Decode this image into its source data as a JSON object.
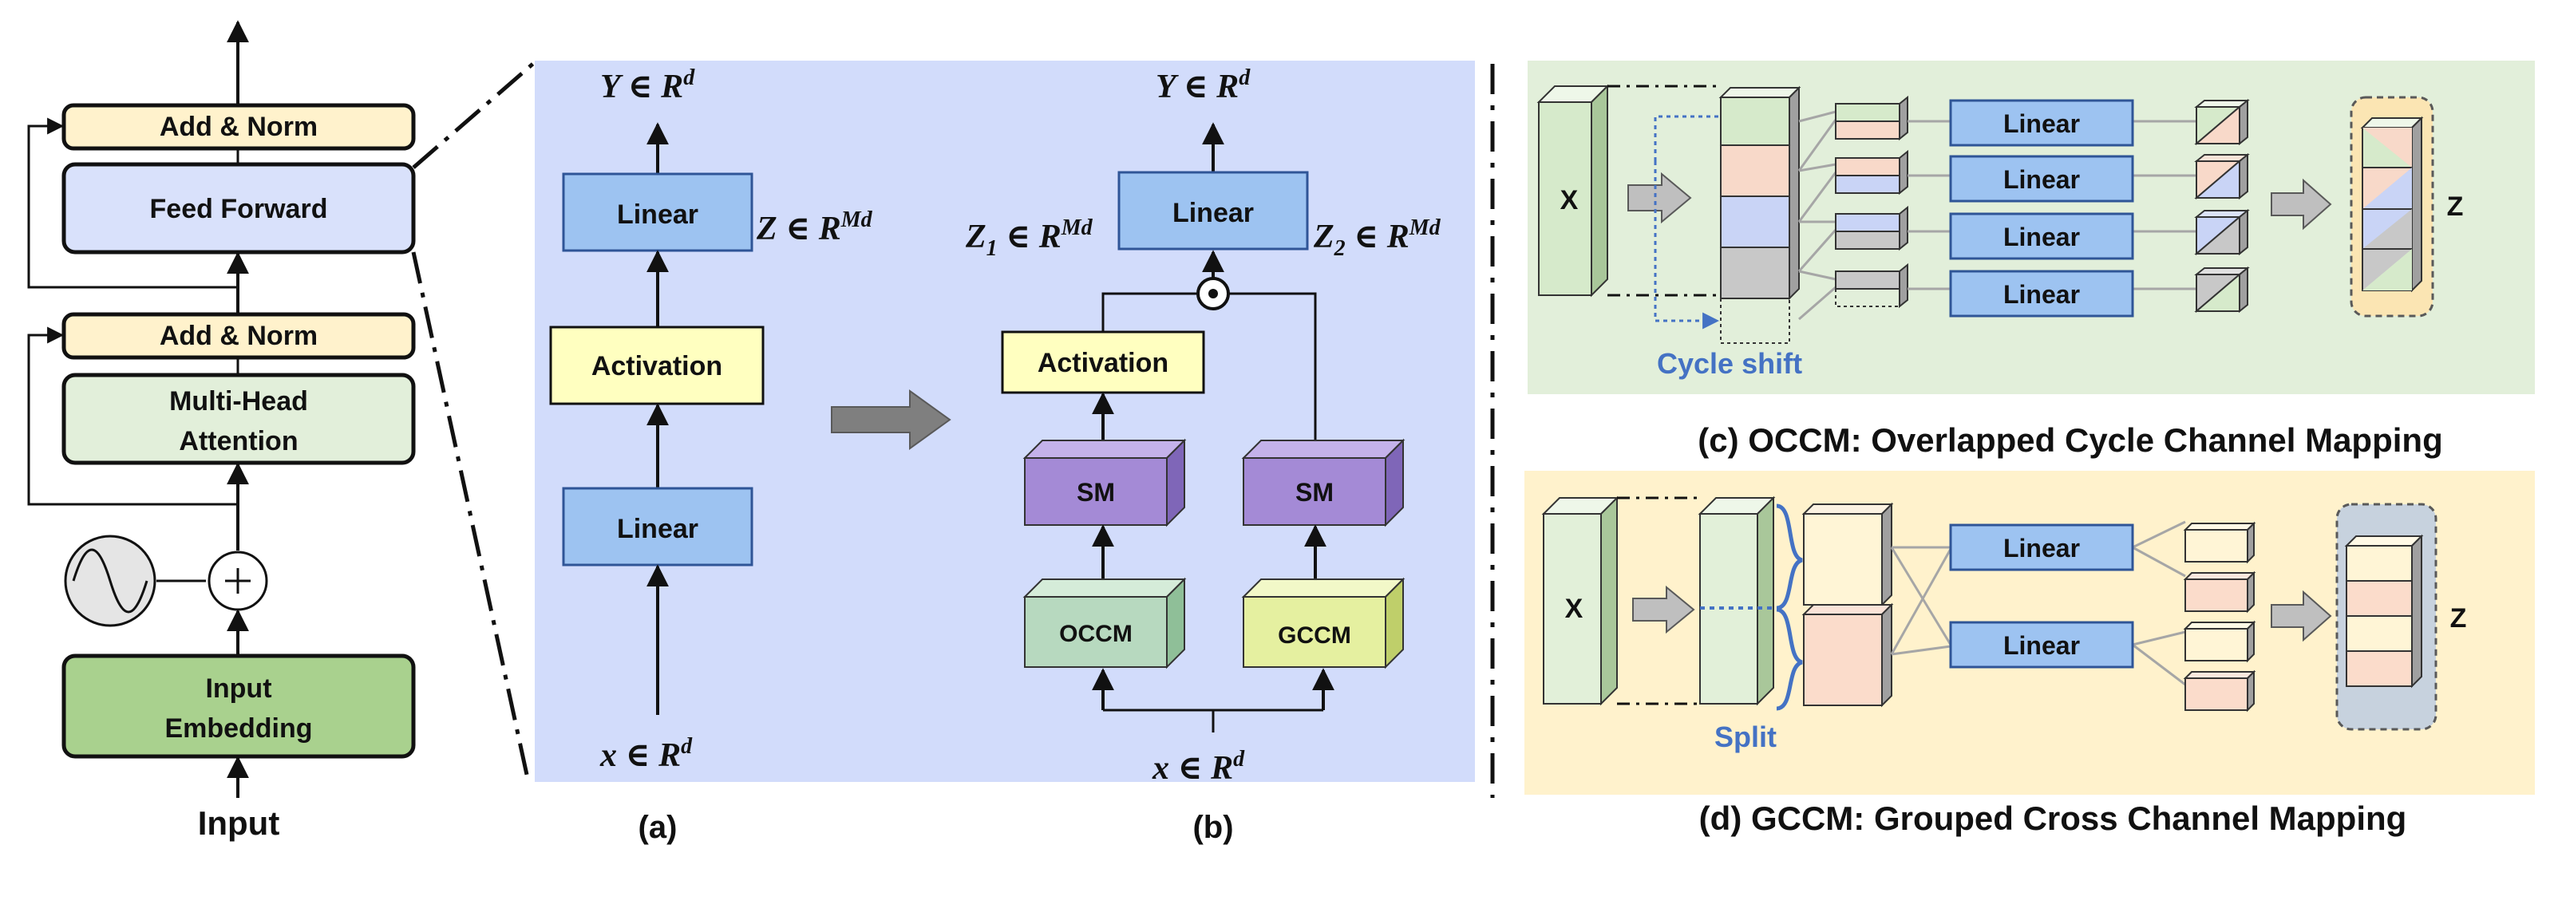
{
  "transformer": {
    "add_norm_top": "Add & Norm",
    "feed_forward": "Feed Forward",
    "add_norm_bottom": "Add & Norm",
    "attention_line1": "Multi-Head",
    "attention_line2": "Attention",
    "embedding_line1": "Input",
    "embedding_line2": "Embedding",
    "input": "Input"
  },
  "panel_a": {
    "output": "Y ∈ R",
    "output_sup": "d",
    "linear_top": "Linear",
    "hidden": "Z ∈ R",
    "hidden_sup": "Md",
    "activation": "Activation",
    "linear_bottom": "Linear",
    "input": "x ∈ R",
    "input_sup": "d",
    "caption": "(a)"
  },
  "panel_b": {
    "output": "Y ∈ R",
    "output_sup": "d",
    "linear": "Linear",
    "z1": "Z",
    "z1_sub": "1",
    "z1_rest": " ∈ R",
    "z1_sup": "Md",
    "z2": "Z",
    "z2_sub": "2",
    "z2_rest": " ∈ R",
    "z2_sup": "Md",
    "multiply": "⊙",
    "activation": "Activation",
    "sm_left": "SM",
    "sm_right": "SM",
    "occm": "OCCM",
    "gccm": "GCCM",
    "input": "x ∈ R",
    "input_sup": "d",
    "caption": "(b)"
  },
  "panel_c": {
    "x_label": "X",
    "linears": [
      "Linear",
      "Linear",
      "Linear",
      "Linear"
    ],
    "z_label": "Z",
    "cycle_shift": "Cycle shift",
    "caption": "(c) OCCM: Overlapped Cycle Channel Mapping"
  },
  "panel_d": {
    "x_label": "X",
    "linears": [
      "Linear",
      "Linear"
    ],
    "z_label": "Z",
    "split": "Split",
    "caption": "(d) GCCM: Grouped Cross Channel Mapping"
  },
  "colors": {
    "panel_b_bg": "#d2dcfb",
    "panel_c_bg": "#e2efda",
    "panel_d_bg": "#fff2cc",
    "linear_fill": "#9dc3f1",
    "add_norm_fill": "#fff2cc",
    "feed_forward_fill": "#d9e1fb",
    "attention_fill": "#e2efda",
    "embedding_fill": "#a9d18e",
    "activation_fill": "#ffffc0",
    "sm_fill": "#a48ad6",
    "occm_fill": "#b7d9bf",
    "gccm_fill": "#e5f0a0",
    "accent_blue": "#4472c4"
  }
}
